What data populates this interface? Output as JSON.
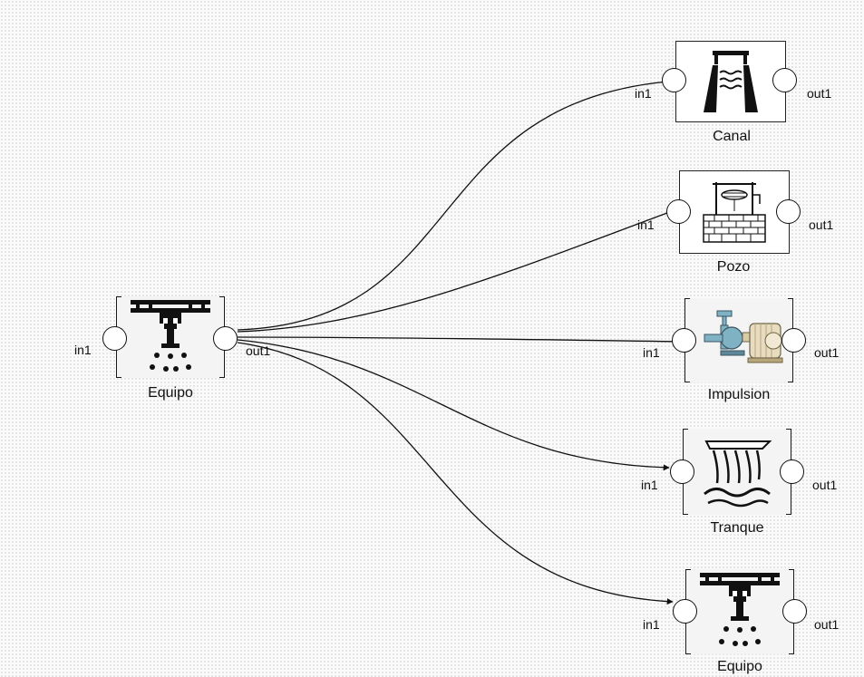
{
  "diagram": {
    "nodes": [
      {
        "id": "equipo-source",
        "title": "Equipo",
        "in_port": "in1",
        "out_port": "out1",
        "icon": "sprinkler-icon"
      },
      {
        "id": "canal",
        "title": "Canal",
        "in_port": "in1",
        "out_port": "out1",
        "icon": "canal-icon"
      },
      {
        "id": "pozo",
        "title": "Pozo",
        "in_port": "in1",
        "out_port": "out1",
        "icon": "well-icon"
      },
      {
        "id": "impulsion",
        "title": "Impulsion",
        "in_port": "in1",
        "out_port": "out1",
        "icon": "pump-motor-icon"
      },
      {
        "id": "tranque",
        "title": "Tranque",
        "in_port": "in1",
        "out_port": "out1",
        "icon": "dam-icon"
      },
      {
        "id": "equipo-target",
        "title": "Equipo",
        "in_port": "in1",
        "out_port": "out1",
        "icon": "sprinkler-icon"
      }
    ],
    "edges": [
      {
        "from": "equipo-source.out1",
        "to": "canal.in1"
      },
      {
        "from": "equipo-source.out1",
        "to": "pozo.in1"
      },
      {
        "from": "equipo-source.out1",
        "to": "impulsion.in1"
      },
      {
        "from": "equipo-source.out1",
        "to": "tranque.in1"
      },
      {
        "from": "equipo-source.out1",
        "to": "equipo-target.in1"
      }
    ],
    "colors": {
      "canvas": "#fafafa",
      "grid_dot": "#b3b3b3",
      "edge": "#111111",
      "pump_body": "#7fb3c4",
      "motor_body": "#e8dcc0"
    }
  }
}
